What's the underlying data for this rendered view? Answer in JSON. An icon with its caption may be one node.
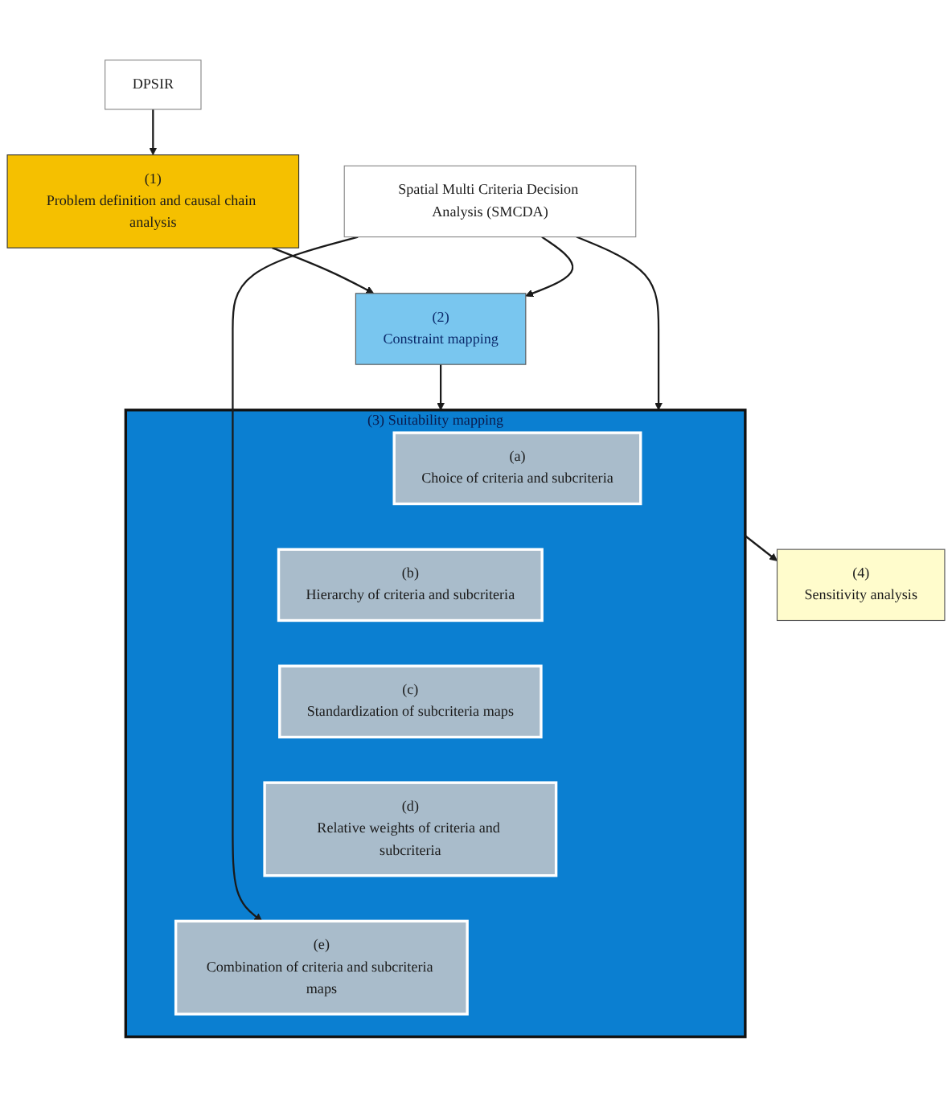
{
  "diagram": {
    "nodes": [
      {
        "text": [
          "(1)",
          "Problem definition and causal chain analysis"
        ]
      },
      {
        "text": [
          "(2)",
          "Constraint mapping"
        ]
      },
      {
        "text": [
          "(3)",
          "Suitability mapping"
        ]
      },
      {
        "text": [
          "(a)",
          "Choice of criteria and subcriteria"
        ],
        "in": 2
      },
      {
        "text": [
          "(b)",
          "Hierarchy of criteria and subcriteria"
        ],
        "in": 2
      },
      {
        "text": [
          "(c)",
          "Standardization of subcriteria maps"
        ],
        "in": 2
      },
      {
        "text": [
          "(d)",
          "Relative weights of criteria and subcriteria"
        ],
        "in": 2
      },
      {
        "text": [
          "(e)",
          "Combination of criteria and subcriteria maps"
        ],
        "in": 2
      },
      {
        "text": [
          "(4)",
          "Sensitivity analysis"
        ]
      },
      {
        "text": [
          "DPSIR"
        ]
      },
      {
        "text": [
          "Spatial Multi Criteria Decision Analysis (SMCDA)"
        ]
      }
    ],
    "edges": [
      {
        "from": 0,
        "to": 1,
        "arrow": "to"
      },
      {
        "from": 1,
        "to": 2,
        "arrow": "to"
      },
      {
        "from": 2,
        "to": 8,
        "arrow": "to"
      },
      {
        "from": 9,
        "to": 0,
        "arrow": "to"
      },
      {
        "from": 10,
        "to": 1,
        "arrow": "to"
      },
      {
        "from": 10,
        "to": 2,
        "arrow": "to"
      },
      {
        "from": 10,
        "to": 7,
        "arrow": "to"
      }
    ]
  }
}
